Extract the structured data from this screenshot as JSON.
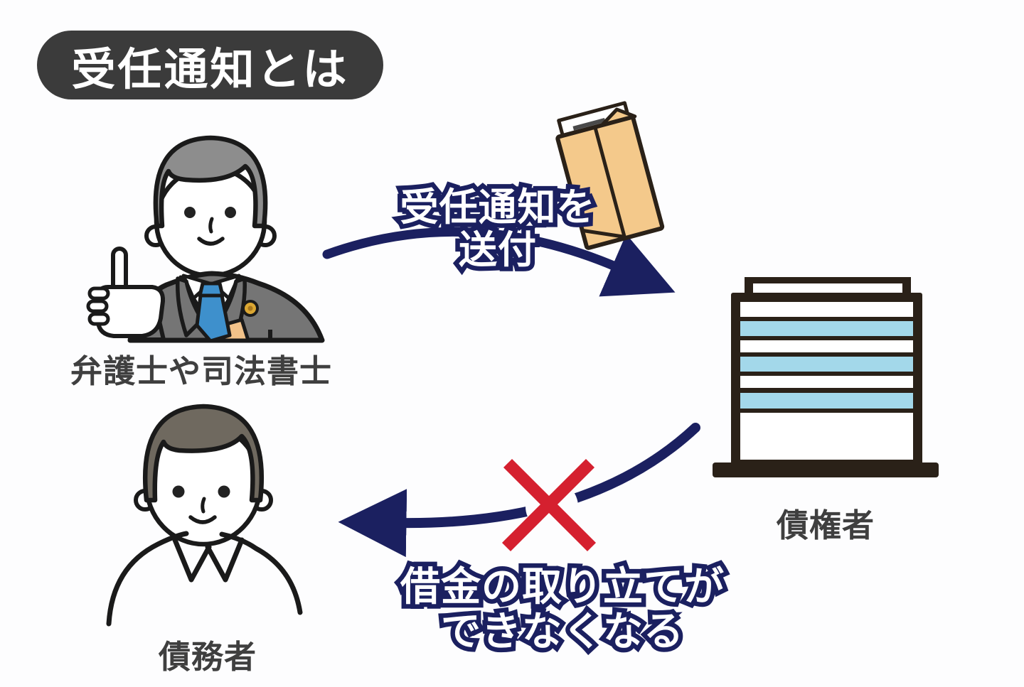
{
  "title_badge": {
    "text": "受任通知とは"
  },
  "actors": {
    "lawyer": {
      "label": "弁護士や司法書士"
    },
    "creditor": {
      "label": "債権者"
    },
    "debtor": {
      "label": "債務者"
    }
  },
  "flows": {
    "send_notice": {
      "line1": "受任通知を",
      "line2": "送付"
    },
    "collection_blocked": {
      "line1": "借金の取り立てが",
      "line2": "できなくなる"
    }
  },
  "icons": {
    "lawyer": "lawyer-icon",
    "debtor": "debtor-icon",
    "creditor_building": "building-icon",
    "envelope": "envelope-icon",
    "send_arrow": "curved-arrow-right-icon",
    "blocked_arrow": "curved-arrow-left-icon",
    "prohibited": "red-cross-icon"
  },
  "colors": {
    "badge_bg": "#3b3b3b",
    "badge_text": "#ffffff",
    "caption_fill": "#ffffff",
    "caption_outline": "#1b2060",
    "arrow_navy": "#1b2060",
    "cross_red": "#d5202f",
    "building_outline": "#2a2118",
    "building_window_blue": "#a3d8ea",
    "envelope_tan": "#f4c98b",
    "tie_blue": "#3e90cc",
    "suit_gray": "#757575",
    "lawyer_hair_gray": "#8d8d8d",
    "debtor_hair_brown": "#6f695f",
    "badge_pin_gold": "#dba733",
    "label_text": "#3f3f3f"
  }
}
